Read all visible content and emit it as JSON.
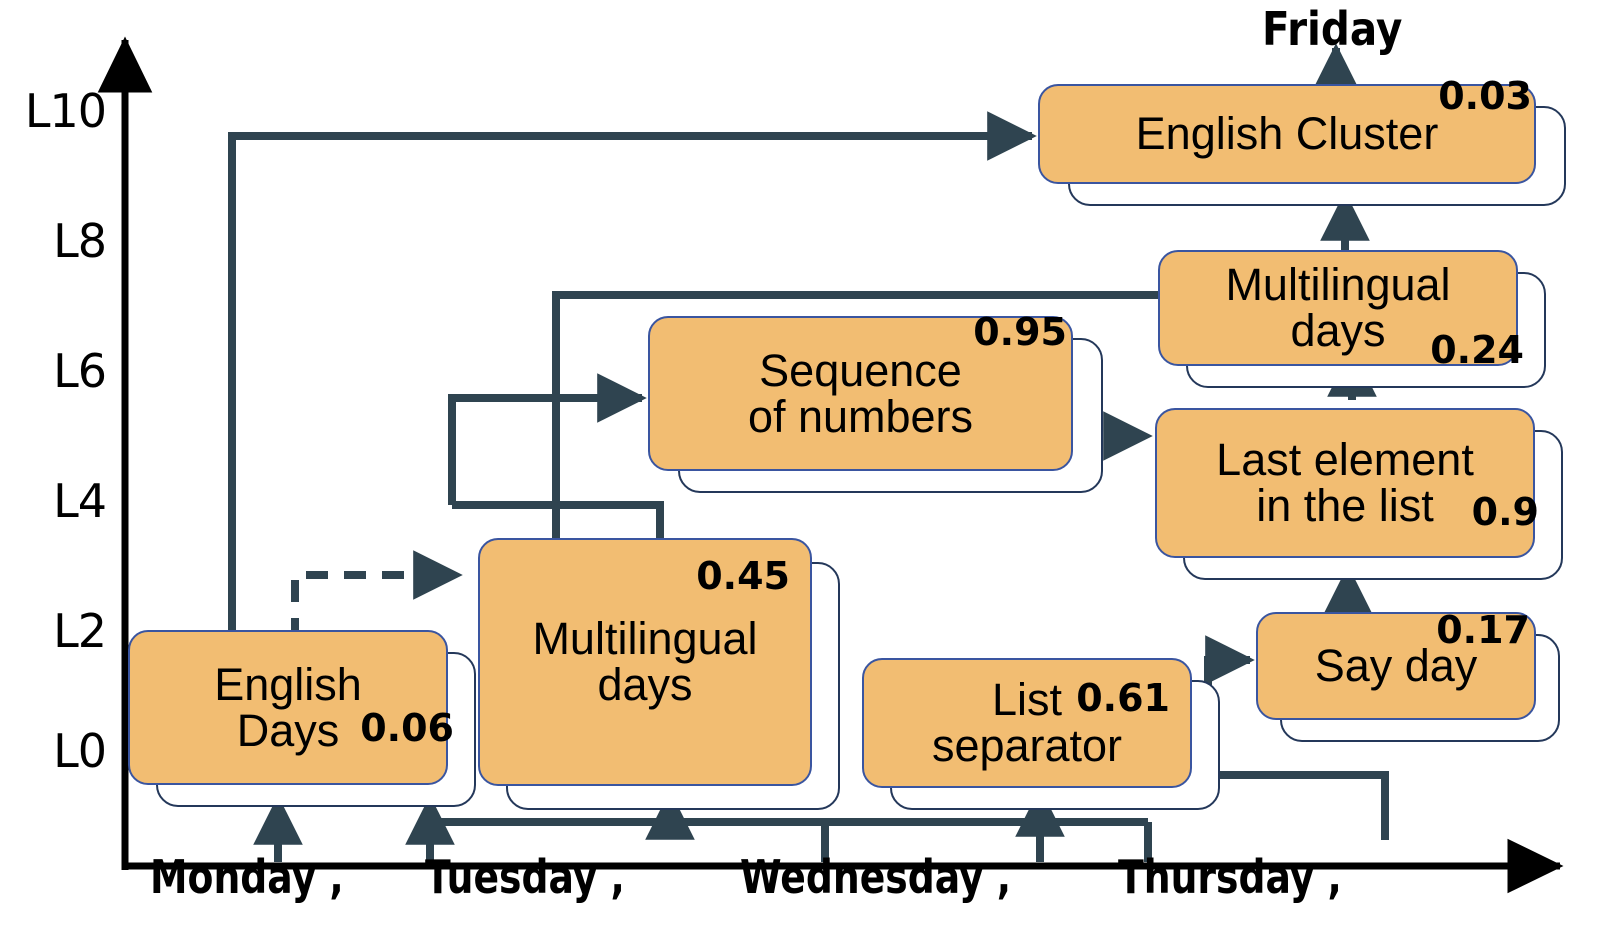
{
  "figure": {
    "type": "circuit-diagram",
    "axes": {
      "y_label_ticks": [
        "L10",
        "L8",
        "L6",
        "L4",
        "L2",
        "L0"
      ],
      "x_tokens": [
        "Monday ,",
        "Tuesday ,",
        "Wednesday ,",
        "Thursday  ,"
      ]
    },
    "output": {
      "word": "Friday"
    },
    "nodes": [
      {
        "id": "english-cluster",
        "label": "English Cluster",
        "score": "0.03"
      },
      {
        "id": "multilingual-days-high",
        "label": "Multilingual\ndays",
        "score": "0.24"
      },
      {
        "id": "sequence-of-numbers",
        "label": "Sequence\nof numbers",
        "score": "0.95"
      },
      {
        "id": "last-element-in-list",
        "label": "Last element\nin the list",
        "score": "0.9"
      },
      {
        "id": "english-days",
        "label": "English\nDays",
        "score": "0.06"
      },
      {
        "id": "multilingual-days-low",
        "label": "Multilingual\ndays",
        "score": "0.45"
      },
      {
        "id": "list-separator",
        "label": "List\nseparator",
        "score": "0.61"
      },
      {
        "id": "say-day",
        "label": "Say day",
        "score": "0.17"
      }
    ],
    "colors": {
      "node_fill": "#F2BD72",
      "node_border": "#3a55a0",
      "stack_border": "#24385a",
      "wire": "#2F4450",
      "axis": "#000000",
      "text": "#000000"
    },
    "edges": [
      {
        "from": "english-days",
        "to": "english-cluster",
        "style": "solid"
      },
      {
        "from": "english-days",
        "to": "multilingual-days-low",
        "style": "dashed"
      },
      {
        "from": "multilingual-days-low",
        "to": "sequence-of-numbers",
        "style": "solid"
      },
      {
        "from": "multilingual-days-low",
        "to": "multilingual-days-high",
        "style": "solid"
      },
      {
        "from": "sequence-of-numbers",
        "to": "last-element-in-list",
        "style": "dashed"
      },
      {
        "from": "last-element-in-list",
        "to": "multilingual-days-high",
        "style": "solid"
      },
      {
        "from": "multilingual-days-high",
        "to": "english-cluster",
        "style": "solid"
      },
      {
        "from": "list-separator",
        "to": "say-day",
        "style": "solid"
      },
      {
        "from": "say-day",
        "to": "last-element-in-list",
        "style": "solid"
      },
      {
        "from": "english-cluster",
        "to": "output",
        "style": "solid"
      }
    ]
  }
}
